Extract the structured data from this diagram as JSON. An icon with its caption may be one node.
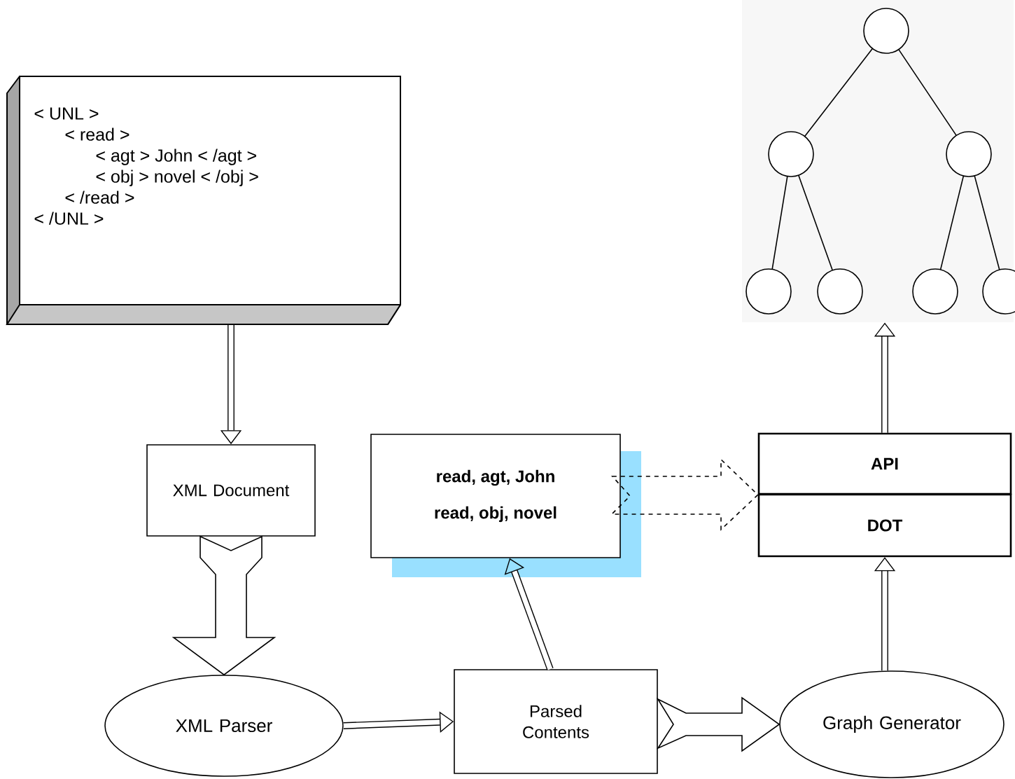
{
  "diagram": {
    "nodes": [
      {
        "text": [
          "< UNL >",
          "< read >",
          "< agt > John < /agt >",
          "< obj > novel < /obj >",
          "< /read >",
          "< /UNL >"
        ]
      },
      {
        "text": [
          "XML Document"
        ]
      },
      {
        "text": [
          "XML Parser"
        ]
      },
      {
        "text": [
          "Parsed Contents"
        ]
      },
      {
        "text": [
          "read, agt, John",
          "read, obj, novel"
        ]
      },
      {
        "text": [
          "Graph Generator"
        ]
      },
      {
        "text": [
          "API"
        ]
      },
      {
        "text": [
          "DOT"
        ]
      },
      {
        "text": [],
        "shape": "picture"
      }
    ],
    "edges": [
      {
        "from": 0,
        "to": 1,
        "arrow": "to"
      },
      {
        "from": 1,
        "to": 2,
        "arrow": "to"
      },
      {
        "from": 2,
        "to": 3,
        "arrow": "to"
      },
      {
        "from": 3,
        "to": 4,
        "arrow": "to"
      },
      {
        "from": 3,
        "to": 5,
        "arrow": "to"
      },
      {
        "from": 5,
        "to": 7,
        "arrow": "to"
      },
      {
        "from": 4,
        "to": 6,
        "arrow": "to",
        "style": "dashed"
      },
      {
        "from": 6,
        "to": 8,
        "arrow": "to"
      }
    ]
  }
}
